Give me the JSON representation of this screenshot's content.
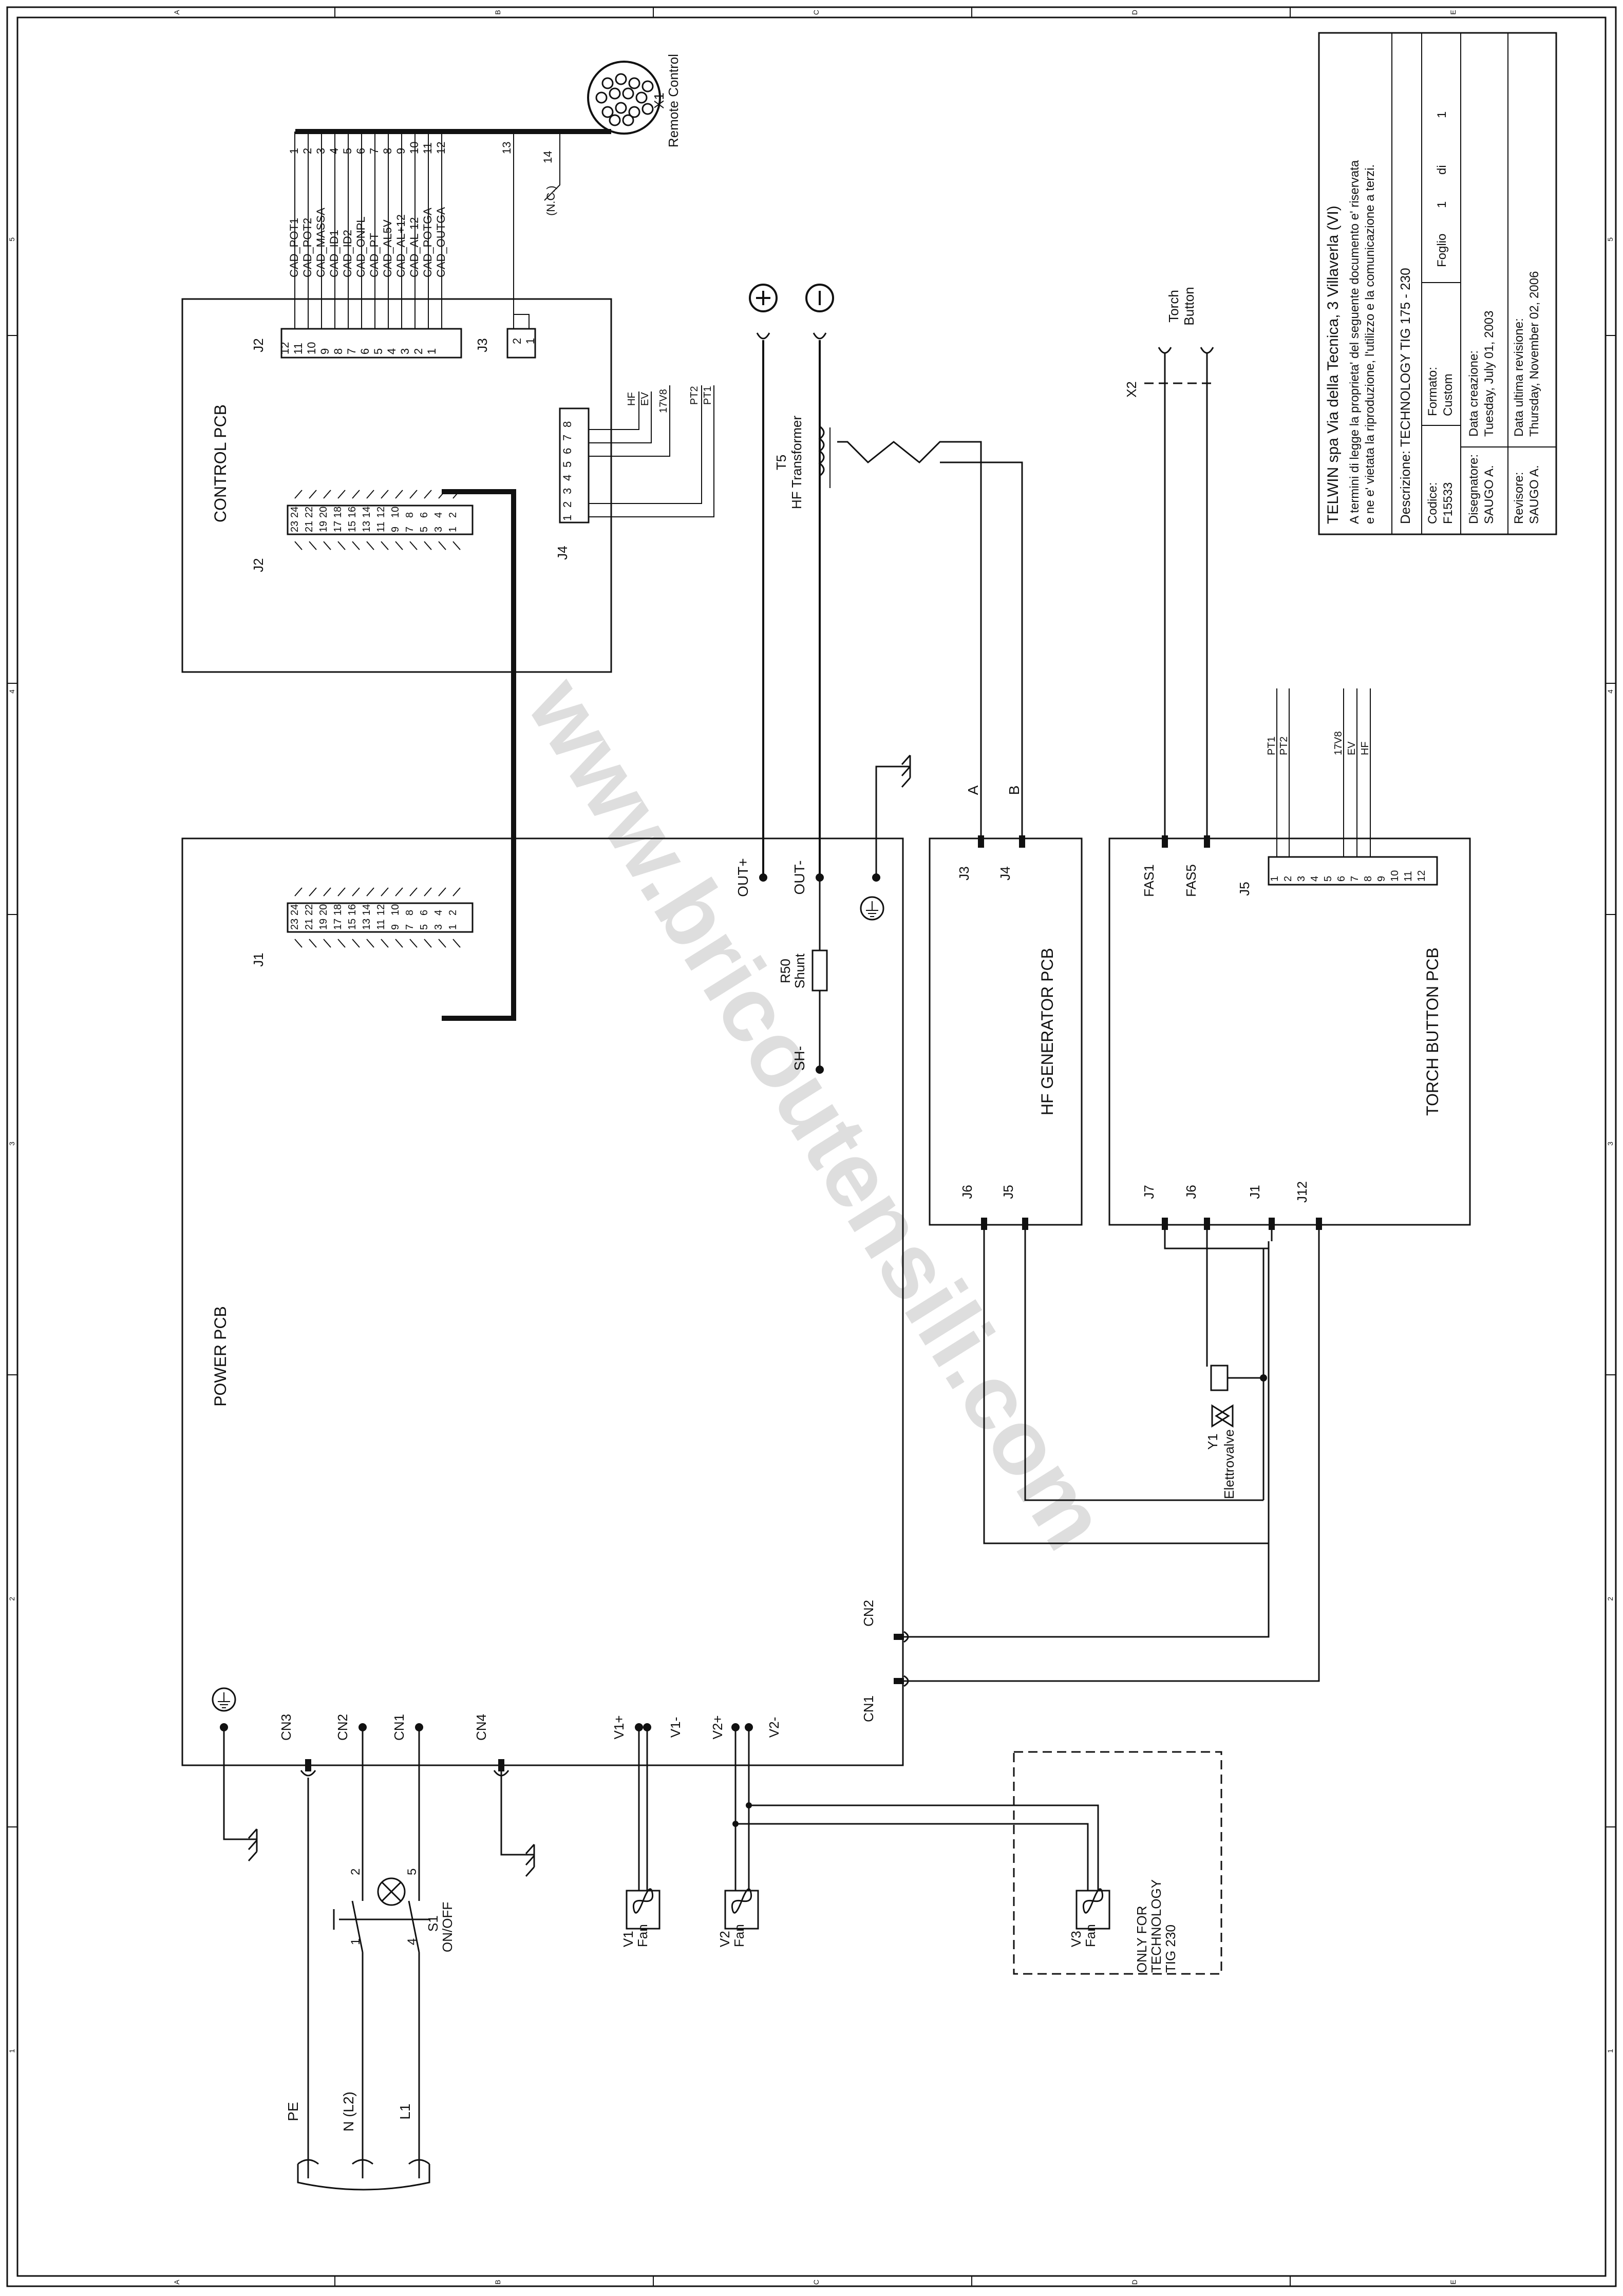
{
  "watermark": "www.bricoutensili.com",
  "frame": {
    "zone_letters": [
      "A",
      "B",
      "C",
      "D",
      "E"
    ],
    "zone_numbers": [
      "1",
      "2",
      "3",
      "4",
      "5"
    ]
  },
  "title_block": {
    "company": "TELWIN spa Via della Tecnica, 3 Villaverla (VI)",
    "notice_1": "A termini di legge la proprieta' del seguente documento e' riservata",
    "notice_2": "e ne e' vietata la riproduzione, l'utilizzo e la comunicazione a terzi.",
    "description": "Descrizione: TECHNOLOGY TIG 175 - 230",
    "codice_label": "Codice:",
    "codice_value": "F15533",
    "formato_label": "Formato:",
    "formato_value": "Custom",
    "foglio_label": "Foglio",
    "foglio_num": "1",
    "di_label": "di",
    "foglio_tot": "1",
    "disegnatore_label": "Disegnatore:",
    "disegnatore_value": "SAUGO A.",
    "data_creazione_label": "Data creazione:",
    "data_creazione_value": "Tuesday, July 01, 2003",
    "revisore_label": "Revisore:",
    "revisore_value": "SAUGO A.",
    "data_revisione_label": "Data ultima revisione:",
    "data_revisione_value": "Thursday, November 02, 2006"
  },
  "boards": {
    "control": "CONTROL PCB",
    "power": "POWER PCB",
    "hf_generator": "HF GENERATOR PCB",
    "torch_button": "TORCH BUTTON PCB"
  },
  "remote": {
    "ref": "X1",
    "name": "Remote Control",
    "wires": [
      {
        "num": "1",
        "label": "CAD_POT1"
      },
      {
        "num": "2",
        "label": "CAD_POT2"
      },
      {
        "num": "3",
        "label": "CAD_MASSA"
      },
      {
        "num": "4",
        "label": "CAD_ID1"
      },
      {
        "num": "5",
        "label": "CAD_ID2"
      },
      {
        "num": "6",
        "label": "CAD_ONPL"
      },
      {
        "num": "7",
        "label": "CAD_PT"
      },
      {
        "num": "8",
        "label": "CAD_AL5V"
      },
      {
        "num": "9",
        "label": "CAD_AL+12"
      },
      {
        "num": "10",
        "label": "CAD_AL-12"
      },
      {
        "num": "11",
        "label": "CAD_POTGA"
      },
      {
        "num": "12",
        "label": "CAD_OUTGA"
      }
    ],
    "extra_13": "13",
    "extra_14": "14",
    "nc": "(N.C.)"
  },
  "control_pcb": {
    "j2_top": "J2",
    "j2_pins": [
      "12",
      "11",
      "10",
      "9",
      "8",
      "7",
      "6",
      "5",
      "4",
      "3",
      "2",
      "1"
    ],
    "j3": "J3",
    "j3_pins": [
      "2",
      "1"
    ],
    "j4": "J4",
    "j4_pins": [
      "1",
      "2",
      "3",
      "4",
      "5",
      "6",
      "7",
      "8"
    ],
    "j4_wires": [
      "HF",
      "EV",
      "17V8",
      "PT2",
      "PT1"
    ],
    "j2_flat": "J2",
    "flat_top": [
      "24",
      "22",
      "20",
      "18",
      "16",
      "14",
      "12",
      "10",
      "8",
      "6",
      "4",
      "2"
    ],
    "flat_bot": [
      "23",
      "21",
      "19",
      "17",
      "15",
      "13",
      "11",
      "9",
      "7",
      "5",
      "3",
      "1"
    ]
  },
  "power_pcb": {
    "j1": "J1",
    "flat_top": [
      "24",
      "22",
      "20",
      "18",
      "16",
      "14",
      "12",
      "10",
      "8",
      "6",
      "4",
      "2"
    ],
    "flat_bot": [
      "23",
      "21",
      "19",
      "17",
      "15",
      "13",
      "11",
      "9",
      "7",
      "5",
      "3",
      "1"
    ],
    "out_plus": "OUT+",
    "out_minus": "OUT-",
    "sh_minus": "SH-",
    "r50_ref": "R50",
    "r50_name": "Shunt",
    "cn1": "CN1",
    "cn2": "CN2",
    "cn3": "CN3",
    "cn4": "CN4",
    "cn2b": "CN2",
    "cn1b": "CN1",
    "v1p": "V1+",
    "v1m": "V1-",
    "v2p": "V2+",
    "v2m": "V2-"
  },
  "hf": {
    "t5_ref": "T5",
    "t5_name": "HF Transformer",
    "a": "A",
    "b": "B",
    "j3": "J3",
    "j4": "J4",
    "j6": "J6",
    "j5": "J5"
  },
  "torch": {
    "x2": "X2",
    "torch_button": "Torch",
    "torch_button_2": "Button",
    "fas1": "FAS1",
    "fas5": "FAS5",
    "j5": "J5",
    "j5_pins": [
      "1",
      "2",
      "3",
      "4",
      "5",
      "6",
      "7",
      "8",
      "9",
      "10",
      "11",
      "12"
    ],
    "wires": [
      "PT1",
      "PT2",
      "17V8",
      "EV",
      "HF"
    ],
    "j7": "J7",
    "j6": "J6",
    "j1": "J1",
    "j12": "J12",
    "y1_ref": "Y1",
    "y1_name": "Elettrovalve"
  },
  "mains": {
    "pe": "PE",
    "n": "N (L2)",
    "l1": "L1",
    "s1_ref": "S1",
    "s1_name": "ON/OFF",
    "sw_1": "1",
    "sw_2": "2",
    "sw_4": "4",
    "sw_5": "5"
  },
  "fans": {
    "v1_ref": "V1",
    "v1_name": "Fan",
    "v2_ref": "V2",
    "v2_name": "Fan",
    "v3_ref": "V3",
    "v3_name": "Fan",
    "note_1": "ONLY FOR",
    "note_2": "TECHNOLOGY",
    "note_3": "TIG 230"
  }
}
